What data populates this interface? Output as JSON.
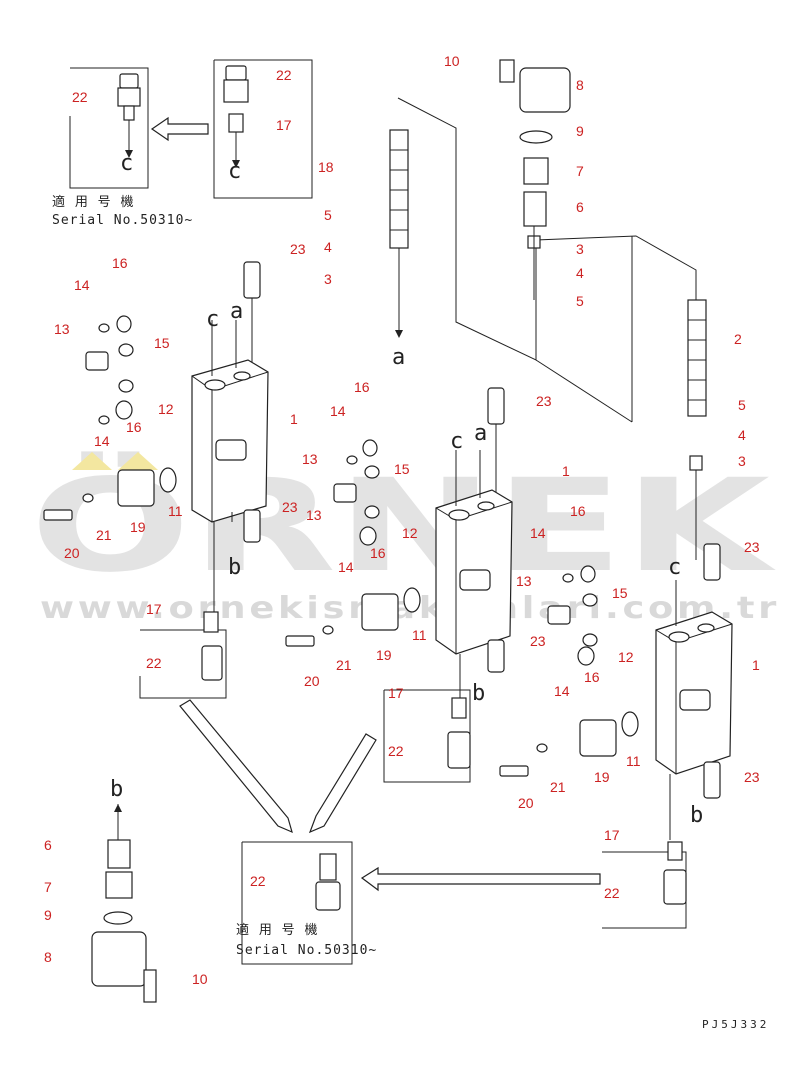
{
  "watermark": {
    "brand": "ÖRNEK",
    "url": "www.ornekismakinalari.com.tr"
  },
  "serial_note": {
    "label": "適 用 号 機",
    "serial": "Serial No.50310~"
  },
  "drawing_code": "PJ5J332",
  "flow_letters": {
    "a": "a",
    "b": "b",
    "c": "c"
  },
  "callouts": [
    "1",
    "2",
    "3",
    "4",
    "5",
    "6",
    "7",
    "8",
    "9",
    "10",
    "11",
    "12",
    "13",
    "14",
    "15",
    "16",
    "17",
    "18",
    "19",
    "20",
    "21",
    "22",
    "23"
  ]
}
